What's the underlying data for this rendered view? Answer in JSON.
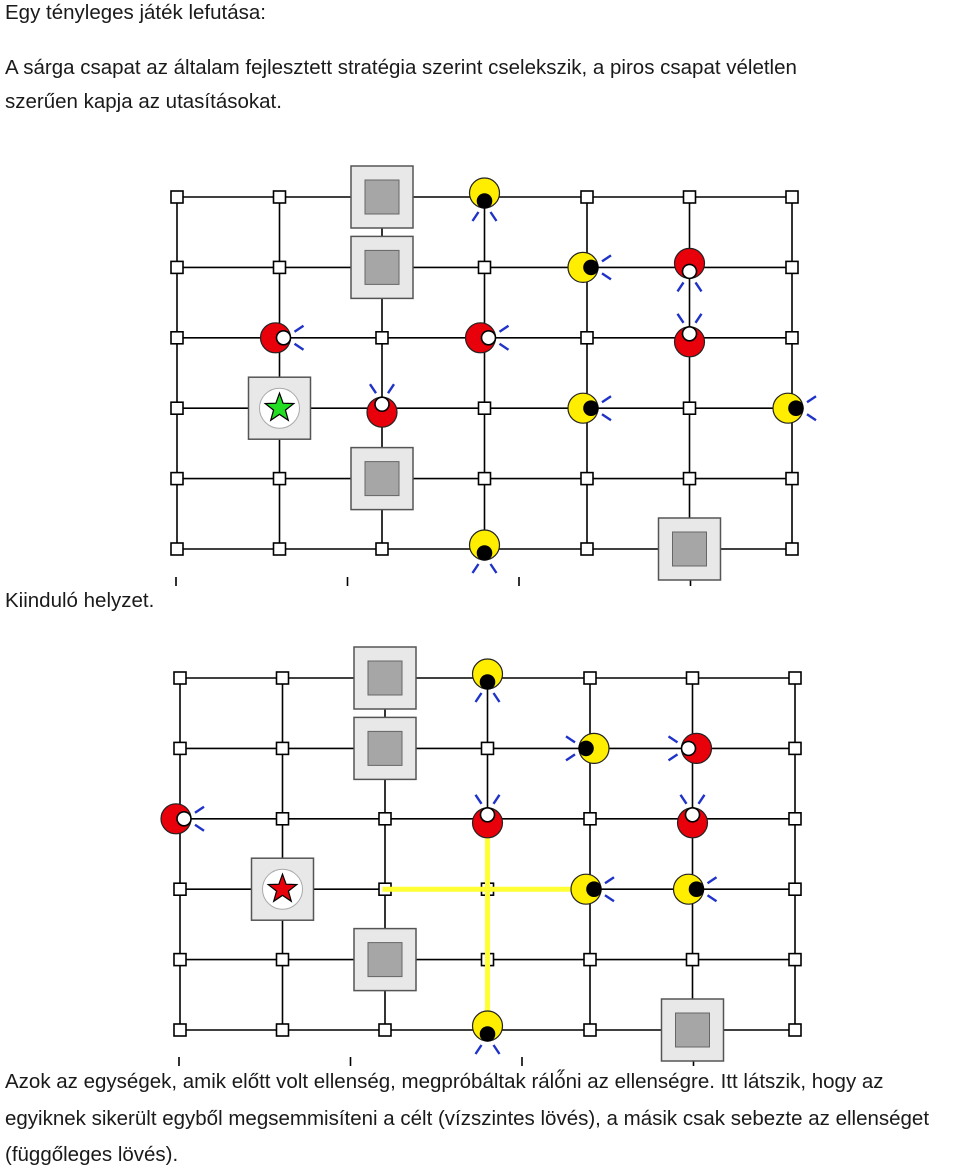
{
  "document": {
    "heading": "Egy tényleges játék lefutása:",
    "intro_line1": "A sárga csapat az általam fejlesztett stratégia szerint cselekszik, a piros csapat véletlen",
    "intro_line2": "szerűen kapja az utasításokat.",
    "caption1": "Kiinduló helyzet.",
    "caption2": "Azok az egységek, amik előtt volt ellenség, megpróbáltak ráló̋ni az ellenségre. Itt látszik, hogy az egyiknek sikerült egyből megsemmisíteni a célt (vízszintes lövés), a másik csak sebezte az ellenséget (függőleges lövés)."
  },
  "colors": {
    "yellow_team": "#ffee00",
    "red_team": "#e8000b",
    "blue_marks": "#1f33c8",
    "grid_line": "#000000",
    "wall_outer": "#e8e8e8",
    "wall_inner": "#a6a6a6",
    "shot_line": "#ffff33",
    "base_star_initial": "#22dd22",
    "base_star_after": "#e8000b"
  },
  "boards": [
    {
      "id": "initial",
      "grid": {
        "cols": 7,
        "rows": 6
      },
      "walls": [
        [
          2,
          0
        ],
        [
          2,
          1
        ],
        [
          2,
          4
        ],
        [
          5,
          5
        ]
      ],
      "base": {
        "col": 1,
        "row": 3,
        "star": "green-star-icon"
      },
      "units": [
        {
          "team": "yellow",
          "col": 3,
          "row": 0,
          "facing": "up"
        },
        {
          "team": "yellow",
          "col": 4,
          "row": 1,
          "facing": "left"
        },
        {
          "team": "red",
          "col": 5,
          "row": 1,
          "facing": "up"
        },
        {
          "team": "red",
          "col": 1,
          "row": 2,
          "facing": "left"
        },
        {
          "team": "red",
          "col": 3,
          "row": 2,
          "facing": "left"
        },
        {
          "team": "red",
          "col": 5,
          "row": 2,
          "facing": "down"
        },
        {
          "team": "red",
          "col": 2,
          "row": 3,
          "facing": "down"
        },
        {
          "team": "yellow",
          "col": 4,
          "row": 3,
          "facing": "left"
        },
        {
          "team": "yellow",
          "col": 6,
          "row": 3,
          "facing": "left"
        },
        {
          "team": "yellow",
          "col": 3,
          "row": 5,
          "facing": "up"
        }
      ],
      "shots": []
    },
    {
      "id": "after-shooting",
      "grid": {
        "cols": 7,
        "rows": 6
      },
      "walls": [
        [
          2,
          0
        ],
        [
          2,
          1
        ],
        [
          2,
          4
        ],
        [
          5,
          5
        ]
      ],
      "base": {
        "col": 1,
        "row": 3,
        "star": "red-star-icon"
      },
      "units": [
        {
          "team": "yellow",
          "col": 3,
          "row": 0,
          "facing": "up"
        },
        {
          "team": "yellow",
          "col": 4,
          "row": 1,
          "facing": "right"
        },
        {
          "team": "red",
          "col": 5,
          "row": 1,
          "facing": "right"
        },
        {
          "team": "red",
          "col": 0,
          "row": 2,
          "facing": "left"
        },
        {
          "team": "red",
          "col": 3,
          "row": 2,
          "facing": "down"
        },
        {
          "team": "red",
          "col": 5,
          "row": 2,
          "facing": "down"
        },
        {
          "team": "yellow",
          "col": 4,
          "row": 3,
          "facing": "left"
        },
        {
          "team": "yellow",
          "col": 5,
          "row": 3,
          "facing": "left"
        },
        {
          "team": "yellow",
          "col": 3,
          "row": 5,
          "facing": "up"
        }
      ],
      "shots": [
        {
          "from": [
            4,
            3
          ],
          "to": [
            2,
            3
          ],
          "label": "horizontal-shot"
        },
        {
          "from": [
            3,
            5
          ],
          "to": [
            3,
            2
          ],
          "label": "vertical-shot"
        }
      ]
    }
  ]
}
